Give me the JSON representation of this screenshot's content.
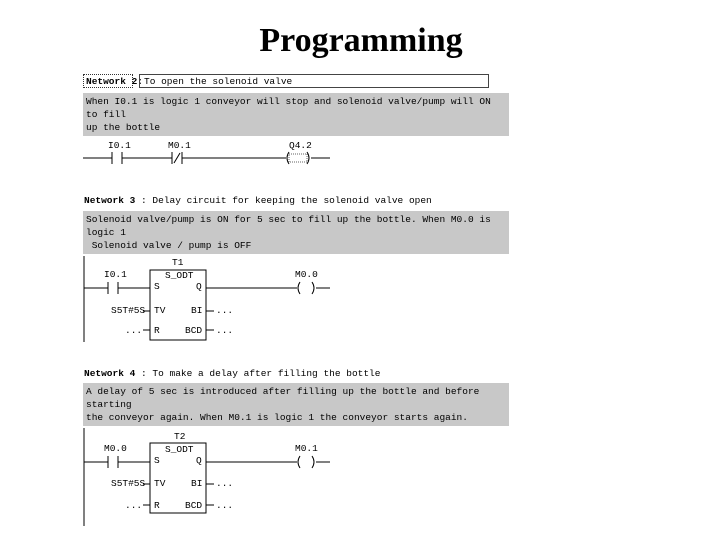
{
  "title": "Programming",
  "network2": {
    "label": "Network 2:",
    "title": "To open the solenoid valve",
    "comment": "When I0.1 is logic 1 conveyor will stop and solenoid valve/pump will ON to fill\nup the bottle",
    "contacts": [
      "I0.1",
      "M0.1"
    ],
    "coil": "Q4.2"
  },
  "network3": {
    "label": "Network 3",
    "title": ": Delay circuit for keeping the solenoid valve open",
    "comment": "Solenoid valve/pump is ON for 5 sec to fill up the bottle. When M0.0 is logic 1\n Solenoid valve / pump is OFF",
    "timer": "T1",
    "block_type": "S_ODT",
    "input_contact": "I0.1",
    "output_coil": "M0.0",
    "pins": {
      "s": "S",
      "q": "Q",
      "tv": "TV",
      "bi": "BI",
      "r": "R",
      "bcd": "BCD"
    },
    "tv_value": "S5T#5S",
    "open_value": "..."
  },
  "network4": {
    "label": "Network 4",
    "title": ": To make a delay after filling the bottle",
    "comment": "A delay of 5 sec is introduced after filling up the bottle and before starting\nthe conveyor again. When M0.1 is logic 1 the conveyor starts again.",
    "timer": "T2",
    "block_type": "S_ODT",
    "input_contact": "M0.0",
    "output_coil": "M0.1",
    "pins": {
      "s": "S",
      "q": "Q",
      "tv": "TV",
      "bi": "BI",
      "r": "R",
      "bcd": "BCD"
    },
    "tv_value": "S5T#5S",
    "open_value": "..."
  }
}
